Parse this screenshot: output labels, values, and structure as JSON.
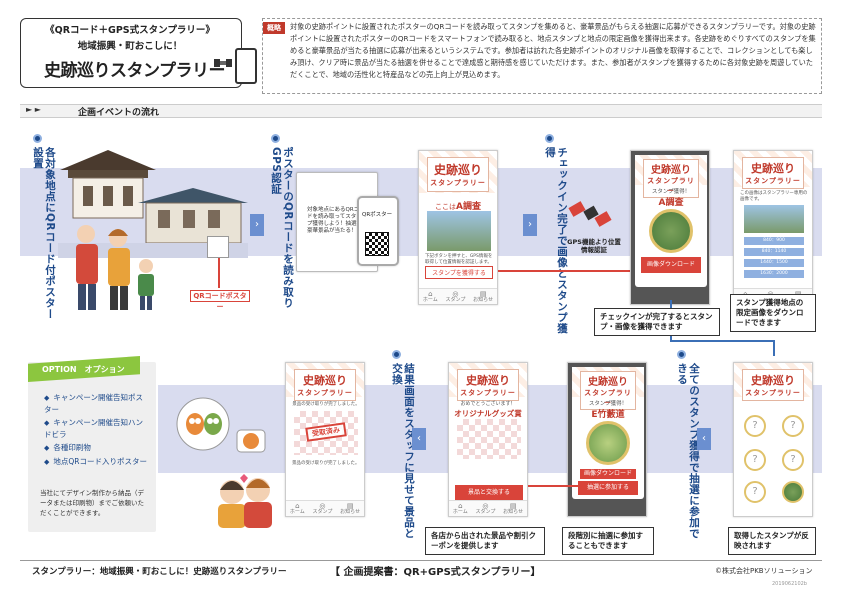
{
  "header": {
    "title_line1": "《QRコード＋GPS式スタンプラリー》",
    "title_line2": "地域振興・町おこしに！",
    "title_line3": "史跡巡りスタンプラリー",
    "overview_tag": "概略",
    "overview_text": "対象の史跡ポイントに設置されたポスターのQRコードを読み取ってスタンプを集めると、豪華景品がもらえる抽選に応募ができるスタンプラリーです。対象の史跡ポイントに設置されたポスターのQRコードをスマートフォンで読み取ると、地点スタンプと地点の限定画像を獲得出来ます。各史跡をめぐりすべてのスタンプを集めると豪華景品が当たる抽選に応募が出来るというシステムです。参加者は訪れた各史跡ポイントのオリジナル画像を取得することで、コレクションとしても楽しみ頂け、クリア時に景品が当たる抽選を併せることで達成感と期待感を感じていただけます。また、参加者がスタンプを獲得するために各対象史跡を周遊していただくことで、地域の活性化と特産品などの売上向上が見込めます。"
  },
  "flow": {
    "arrows": "► ►",
    "title": "企画イベントの流れ"
  },
  "steps": {
    "step1": "各対象地点にQRコード付ポスター設置",
    "step2": "ポスターのQRコードを読み取りGPS認証",
    "step3": "チェックイン完了で画像とスタンプ獲得",
    "step4": "全てのスタンプ獲得で抽選に参加できる",
    "step5": "結果画面をスタッフに見せて景品と交換"
  },
  "labels": {
    "qr_poster": "QRコードポスター",
    "gps_note": "GPS機能より位置情報認証",
    "checkin_note": "チェックインが完了するとスタンプ・画像を獲得できます",
    "download_note": "スタンプ獲得地点の限定画像をダウンロードできます",
    "reflected_note": "取得したスタンプが反映されます",
    "lottery_note": "段階別に抽選に参加することもできます",
    "coupon_note": "各店から出された景品や割引クーポンを提供します"
  },
  "poster": {
    "text": "対象地点にあるQRコードを読み取ってスタンプ獲得しよう！抽選で豪華景品が当たる！",
    "qr_label": "QRポスター"
  },
  "screens": {
    "logo_main": "史跡巡り",
    "logo_sub": "スタンプラリー",
    "s1_here": "ここは",
    "s1_place": "A調査",
    "s1_btn": "スタンプを獲得する",
    "s1_desc": "下記ボタンを押すと、GPS情報を取得して位置情報を認証します。",
    "s2_got": "スタンプ獲得！",
    "s2_place": "A調査",
    "s2_btn": "画像ダウンロード",
    "s3_desc": "この画像はスタンプラリー専用の画像です。",
    "s3_rows": [
      "840：900",
      "840：1140",
      "1440：1500",
      "1630：2000"
    ],
    "s4_got": "スタンプ獲得！",
    "s4_place": "E竹藪道",
    "s4_btn1": "画像ダウンロード",
    "s4_btn2": "抽選に参加する",
    "s5_congrats": "おめでとうございます！",
    "s5_prize": "オリジナルグッズ賞",
    "s5_btn": "景品と交換する",
    "s6_desc": "景品の受け取りが完了しました。",
    "s6_stamp": "受取済み",
    "s6_note": "景品の受け取りが完了しました。",
    "q_mark": "?",
    "nav": [
      "ホーム",
      "スタンプ",
      "お知らせ"
    ]
  },
  "option": {
    "head": "OPTION　オプション",
    "items": [
      "キャンペーン開催告知ポスター",
      "キャンペーン開催告知ハンドビラ",
      "各種印刷物",
      "地点QRコード入りポスター"
    ],
    "note": "当社にてデザイン制作から納品（データまたは印刷物）までご依頼いただくことができます。"
  },
  "footer": {
    "left": "スタンプラリー：地域振興・町おこしに！史跡巡りスタンプラリー",
    "mid": "【 企画提案書：QR+GPS式スタンプラリー】",
    "right": "©株式会社PKBソリューション",
    "date": "2019062102b"
  }
}
